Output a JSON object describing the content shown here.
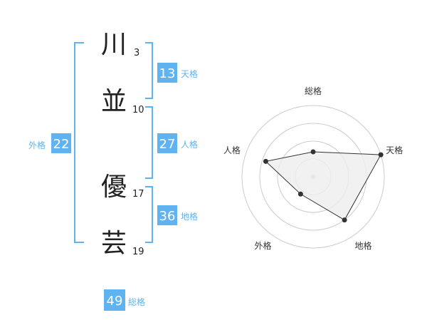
{
  "name": {
    "characters": [
      {
        "char": "川",
        "strokes": "3"
      },
      {
        "char": "並",
        "strokes": "10"
      },
      {
        "char": "優",
        "strokes": "17"
      },
      {
        "char": "芸",
        "strokes": "19"
      }
    ]
  },
  "fortunes": {
    "tenkaku": {
      "value": "13",
      "label": "天格"
    },
    "jinkaku": {
      "value": "27",
      "label": "人格"
    },
    "chikaku": {
      "value": "36",
      "label": "地格"
    },
    "gaikaku": {
      "value": "22",
      "label": "外格"
    },
    "soukaku": {
      "value": "49",
      "label": "総格"
    }
  },
  "colors": {
    "accent": "#5fb3f0",
    "text": "#222222",
    "ring": "#cccccc",
    "polygon_fill": "#eeeeee",
    "point": "#333333"
  },
  "chart_data": {
    "type": "radar",
    "axes": [
      "総格",
      "天格",
      "地格",
      "外格",
      "人格"
    ],
    "values": [
      0.35,
      1.0,
      0.75,
      0.3,
      0.7
    ],
    "scale_max": 1.0,
    "rings": 4
  }
}
